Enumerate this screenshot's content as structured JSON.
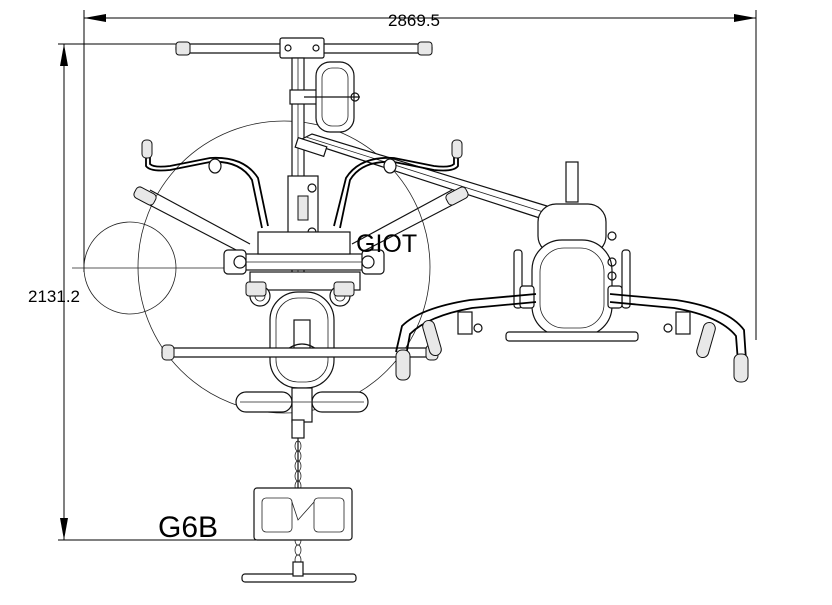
{
  "drawing": {
    "width_dimension": "2869.5",
    "height_dimension": "2131.2",
    "label_center": "GIOT",
    "label_model": "G6B"
  }
}
